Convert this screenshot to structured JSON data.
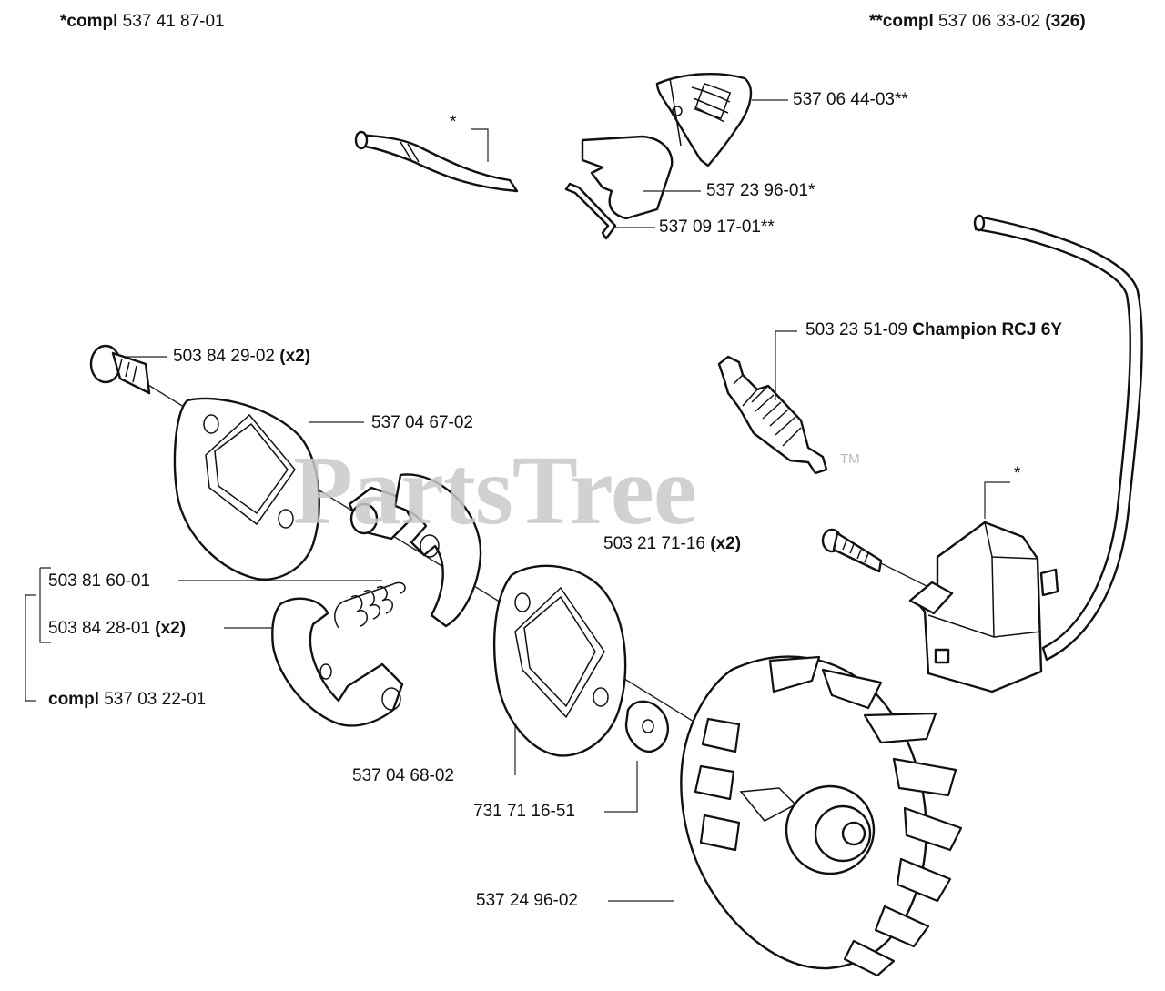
{
  "header": {
    "left": {
      "prefix": "*compl",
      "number": "537 41 87-01"
    },
    "right": {
      "prefix": "**compl",
      "number": "537 06 33-02",
      "suffix": "(326)"
    }
  },
  "watermark": {
    "text": "PartsTree",
    "mark": "TM"
  },
  "parts": {
    "shield_cover": {
      "number": "537 06 44-03**"
    },
    "heat_shield": {
      "number": "537 23 96-01*"
    },
    "pin": {
      "number": "537 09 17-01**"
    },
    "hose_marker": {
      "text": "*"
    },
    "spark_plug": {
      "number": "503 23 51-09",
      "name": "Champion RCJ 6Y"
    },
    "ignition_marker": {
      "text": "*"
    },
    "ignition_screw": {
      "number": "503 21 71-16",
      "qty": "(x2)"
    },
    "clutch_screw": {
      "number": "503 84 29-02",
      "qty": "(x2)"
    },
    "cover_plate": {
      "number": "537 04 67-02"
    },
    "spring": {
      "number": "503 81 60-01"
    },
    "shoe": {
      "number": "503 84 28-01",
      "qty": "(x2)"
    },
    "clutch_assembly": {
      "prefix": "compl",
      "number": "537 03 22-01"
    },
    "drive_plate": {
      "number": "537 04 68-02"
    },
    "washer": {
      "number": "731 71 16-51"
    },
    "flywheel": {
      "number": "537 24 96-02"
    }
  }
}
